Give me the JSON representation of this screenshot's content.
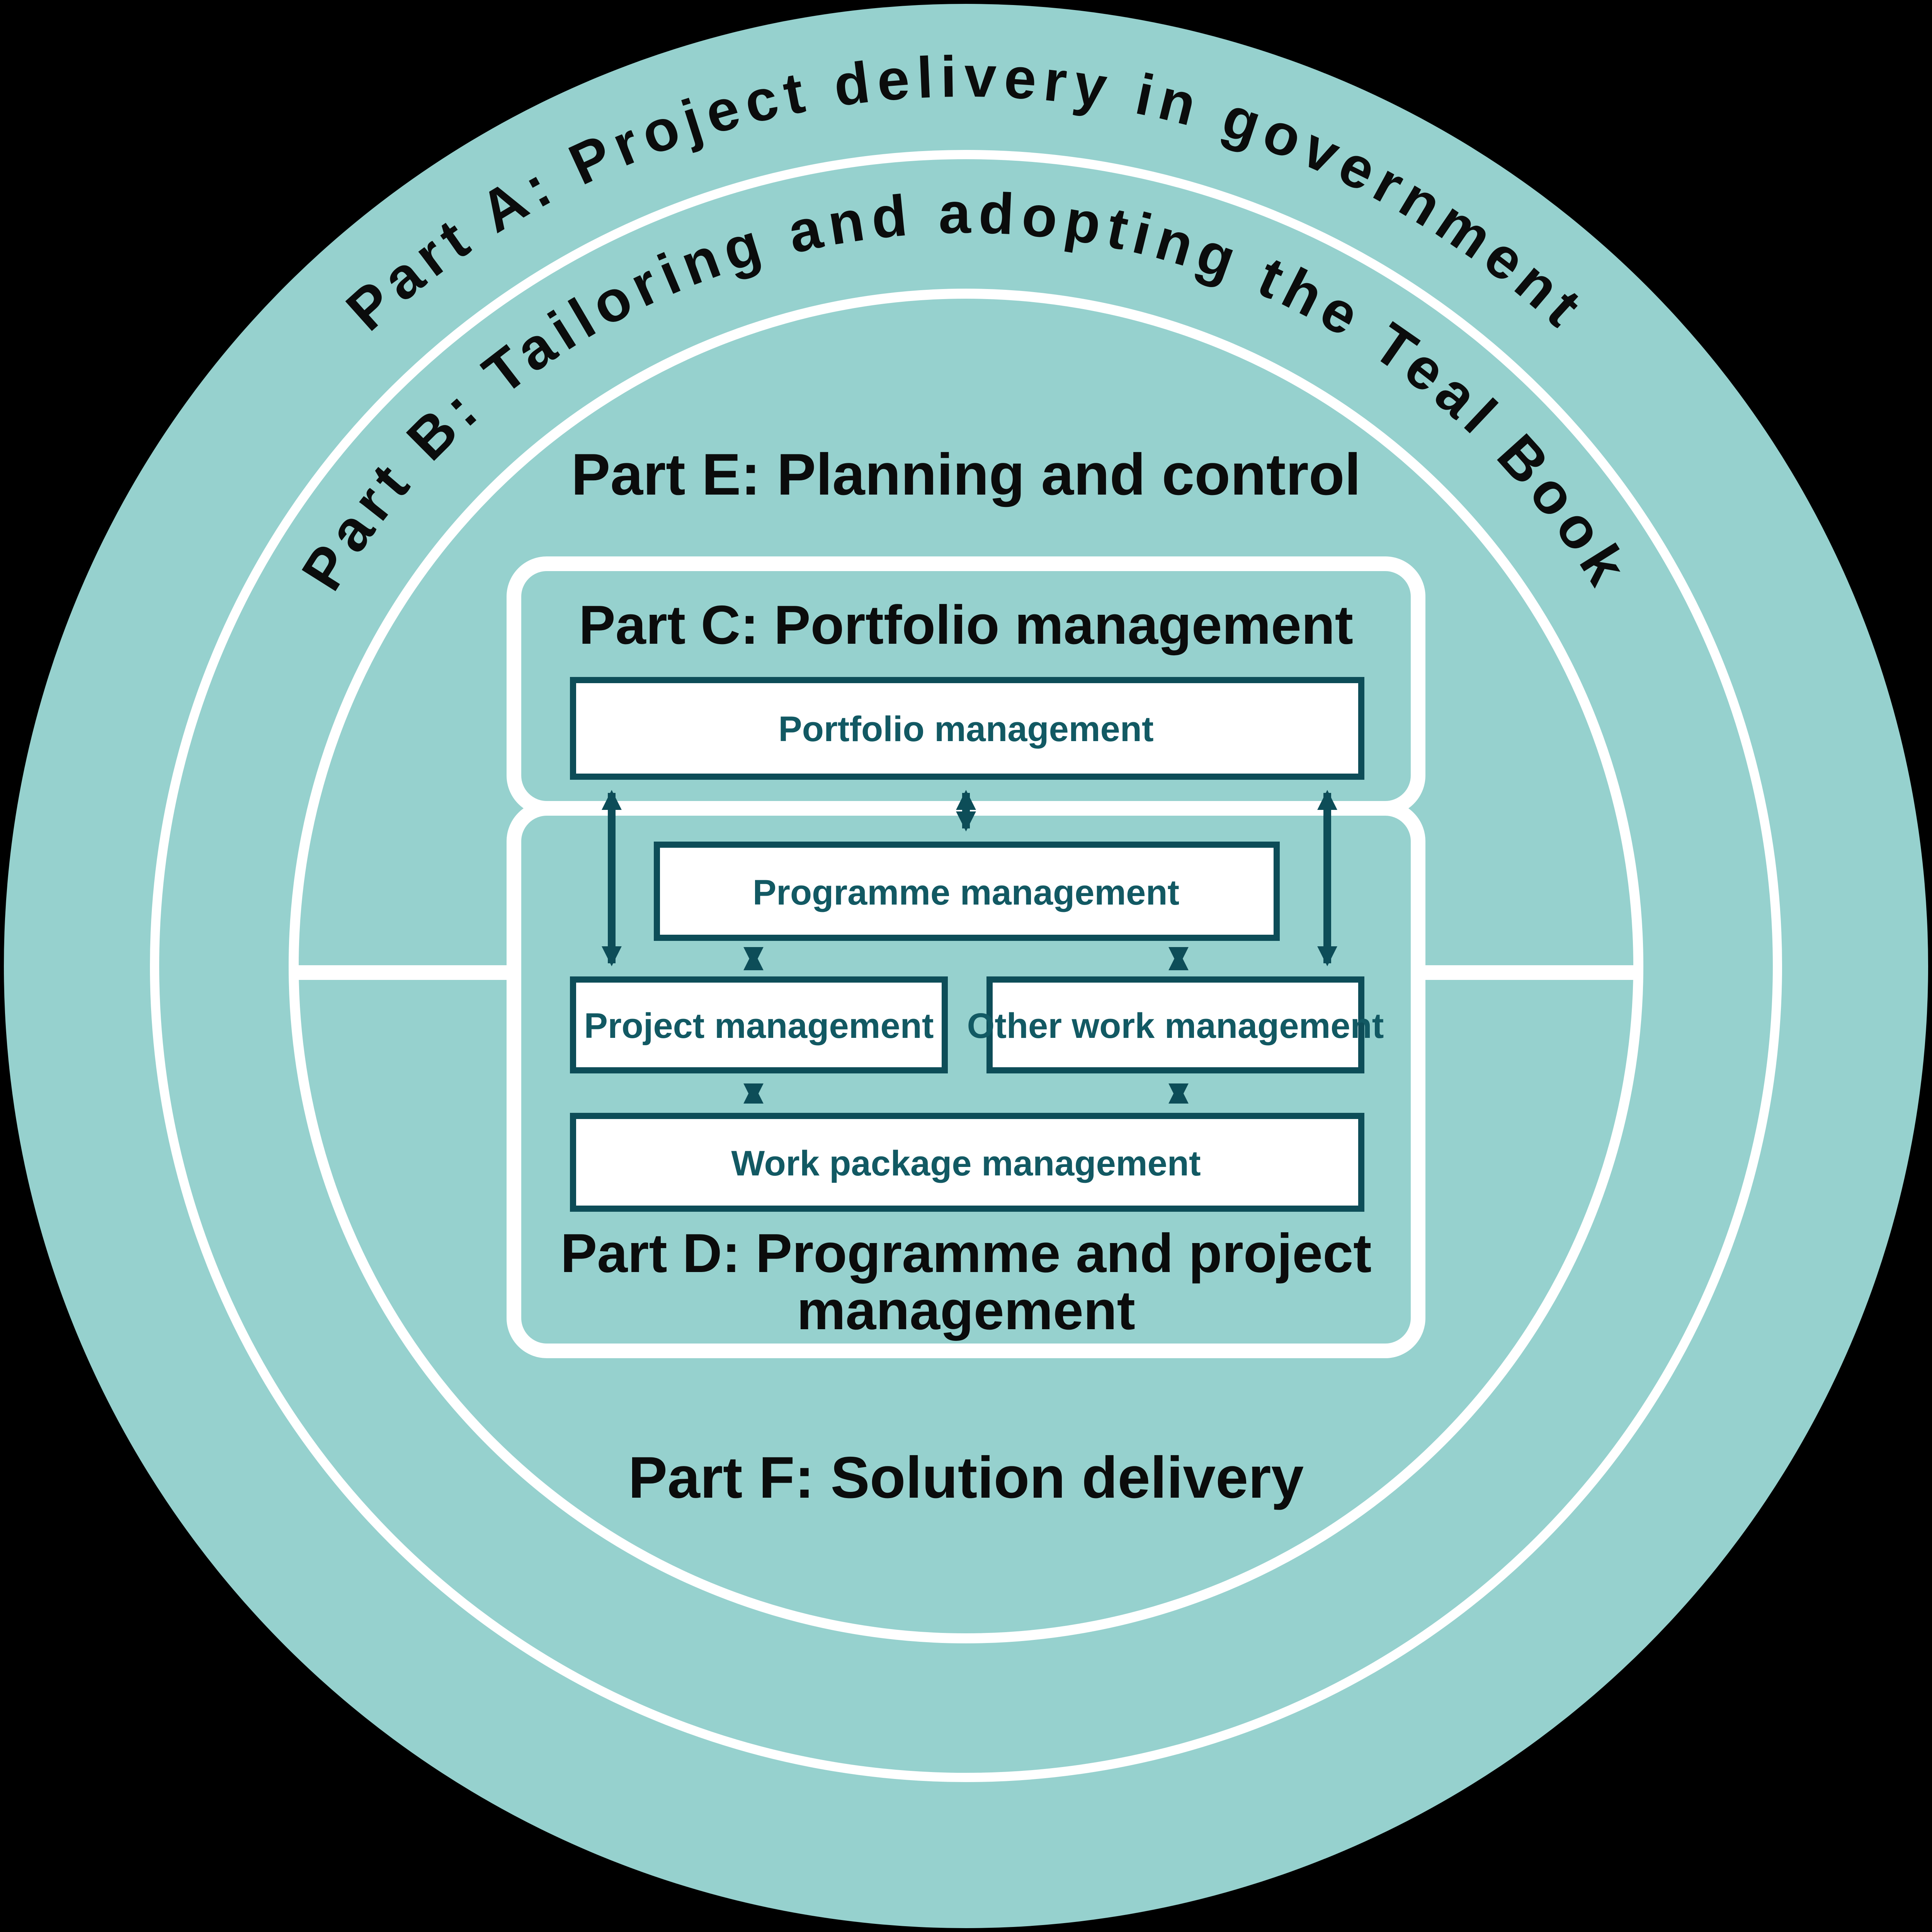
{
  "diagram": {
    "outer_ring_label": "Part A: Project delivery in government",
    "middle_ring_label": "Part B: Tailoring and adopting the Teal Book",
    "inner_circle": {
      "top_label": "Part E: Planning and control",
      "bottom_label": "Part F: Solution delivery"
    },
    "portfolio_section": {
      "heading": "Part C: Portfolio management",
      "box_label": "Portfolio management"
    },
    "programme_section": {
      "heading_lines": [
        "Part D: Programme and project",
        "management"
      ],
      "boxes": {
        "programme": "Programme management",
        "project": "Project management",
        "other_work": "Other work management",
        "work_package": "Work package management"
      }
    },
    "colors": {
      "teal_fill": "#96d1ce",
      "dark_teal": "#0d4d58",
      "box_text": "#125963",
      "heading_text": "#0b0c0c",
      "ring_white": "#ffffff",
      "background": "#000000"
    }
  }
}
